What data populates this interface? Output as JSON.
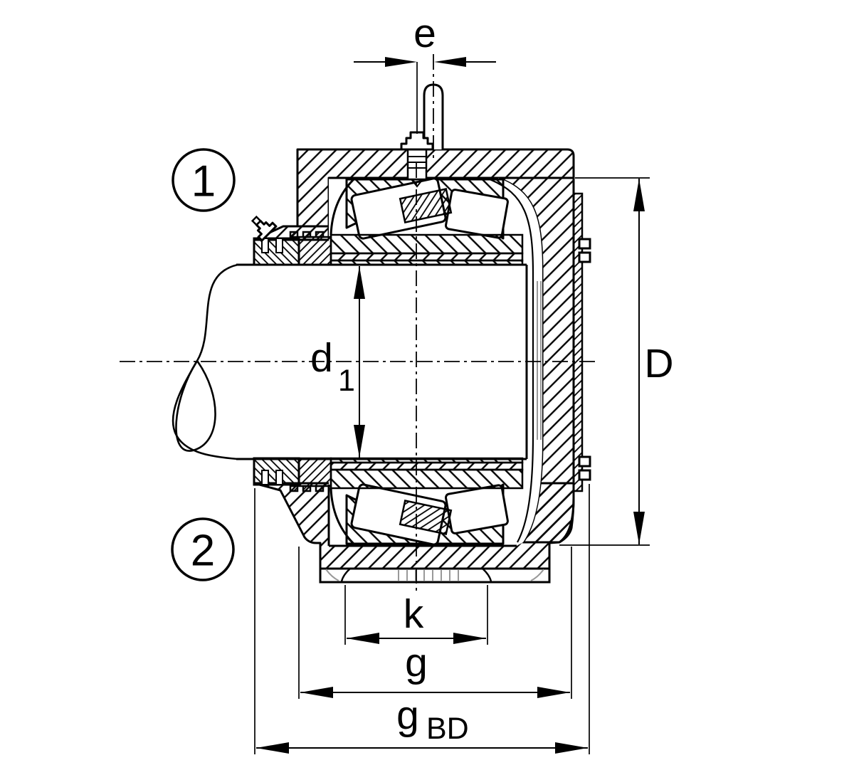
{
  "drawing": {
    "dimensions": {
      "e": "e",
      "d1": {
        "base": "d",
        "sub": "1"
      },
      "D": "D",
      "k": "k",
      "g": "g",
      "gbd": {
        "base": "g",
        "sub": "BD"
      }
    },
    "callouts": {
      "one": "1",
      "two": "2"
    },
    "colors": {
      "line": "#000000",
      "background": "#ffffff",
      "detail_gray": "#999999"
    }
  }
}
